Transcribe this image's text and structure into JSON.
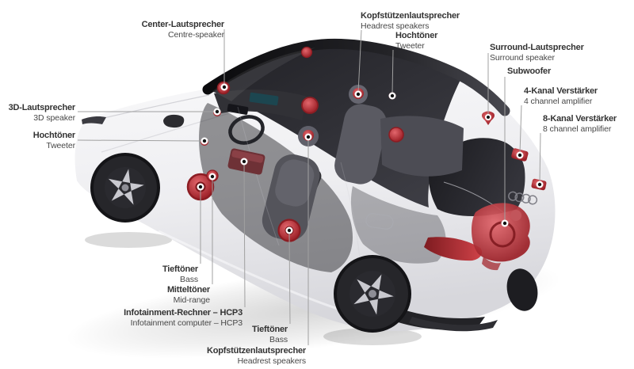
{
  "diagram": {
    "subject": "audi-suv-sound-system-cutaway",
    "labels": [
      {
        "id": "center-speaker",
        "de": "Center-Lautsprecher",
        "en": "Centre-speaker"
      },
      {
        "id": "headrest-speakers-rear",
        "de": "Kopfstützenlautsprecher",
        "en": "Headrest speakers"
      },
      {
        "id": "tweeter-rear",
        "de": "Hochtöner",
        "en": "Tweeter"
      },
      {
        "id": "surround-speaker",
        "de": "Surround-Lautsprecher",
        "en": "Surround speaker"
      },
      {
        "id": "subwoofer",
        "de": "Subwoofer",
        "en": ""
      },
      {
        "id": "amplifier-4-channel",
        "de": "4-Kanal Verstärker",
        "en": "4 channel amplifier"
      },
      {
        "id": "amplifier-8-channel",
        "de": "8-Kanal Verstärker",
        "en": "8 channel amplifier"
      },
      {
        "id": "speaker-3d",
        "de": "3D-Lautsprecher",
        "en": "3D speaker"
      },
      {
        "id": "tweeter-front",
        "de": "Hochtöner",
        "en": "Tweeter"
      },
      {
        "id": "bass-front",
        "de": "Tieftöner",
        "en": "Bass"
      },
      {
        "id": "midrange",
        "de": "Mitteltöner",
        "en": "Mid-range"
      },
      {
        "id": "infotainment-computer",
        "de": "Infotainment-Rechner – HCP3",
        "en": "Infotainment computer – HCP3"
      },
      {
        "id": "bass-rear",
        "de": "Tieftöner",
        "en": "Bass"
      },
      {
        "id": "headrest-speakers-front",
        "de": "Kopfstützenlautsprecher",
        "en": "Headrest speakers"
      }
    ],
    "icons": {
      "audi-rings-logo": "four-interlocked-rings"
    },
    "colors": {
      "background": "#ffffff",
      "label_text": "#333333",
      "label_subtext": "#484848",
      "leader_line": "#a0a0a0",
      "marker_dot": "#111111",
      "marker_ring": "#ffffff",
      "speaker_red": "#b03036",
      "tail_light_red": "#b03038",
      "body_white": "#f2f2f5",
      "roof_dark": "#101013"
    }
  }
}
